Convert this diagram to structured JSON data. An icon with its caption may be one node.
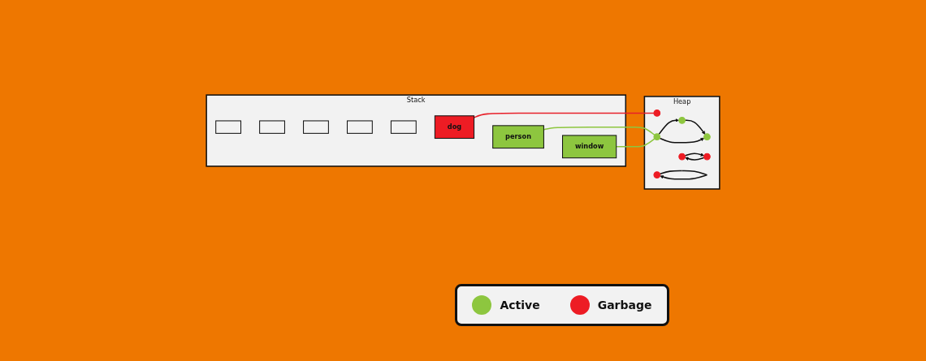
{
  "diagram": {
    "nodes": [
      {
        "text": [
          "Stack"
        ]
      },
      {
        "text": [],
        "shape": "box",
        "in": 0
      },
      {
        "text": [],
        "shape": "box",
        "in": 0
      },
      {
        "text": [],
        "shape": "box",
        "in": 0
      },
      {
        "text": [],
        "shape": "box",
        "in": 0
      },
      {
        "text": [],
        "shape": "box",
        "in": 0
      },
      {
        "text": [
          "dog"
        ],
        "in": 0
      },
      {
        "text": [
          "person"
        ],
        "in": 0
      },
      {
        "text": [
          "window"
        ],
        "in": 0
      },
      {
        "text": [
          "Heap"
        ]
      },
      {
        "text": [],
        "shape": "circle",
        "in": 9
      },
      {
        "text": [],
        "shape": "circle",
        "in": 9
      },
      {
        "text": [],
        "shape": "circle",
        "in": 9
      },
      {
        "text": [],
        "shape": "circle",
        "in": 9
      },
      {
        "text": [],
        "shape": "circle",
        "in": 9
      },
      {
        "text": [],
        "shape": "circle",
        "in": 9
      },
      {
        "text": [],
        "shape": "circle",
        "in": 9
      }
    ],
    "edges": [
      {
        "from": 6,
        "to": 10,
        "arrow": "none",
        "color": "#e8202a"
      },
      {
        "from": 7,
        "to": 15,
        "arrow": "none",
        "color": "#8dc63f"
      },
      {
        "from": 8,
        "to": 15,
        "arrow": "none",
        "color": "#8dc63f"
      },
      {
        "from": 13,
        "to": 12,
        "arrow": "to"
      },
      {
        "from": 15,
        "to": 12,
        "arrow": "to"
      },
      {
        "from": 15,
        "to": 13,
        "arrow": "to"
      },
      {
        "from": 11,
        "to": 14,
        "arrow": "to"
      },
      {
        "from": 14,
        "to": 11,
        "arrow": "to"
      },
      {
        "from": 16,
        "to": 16,
        "arrow": "to"
      }
    ],
    "legend": [
      {
        "text": "Active",
        "color": "#8dc63f"
      },
      {
        "text": "Garbage",
        "color": "#ed1c24"
      }
    ]
  }
}
